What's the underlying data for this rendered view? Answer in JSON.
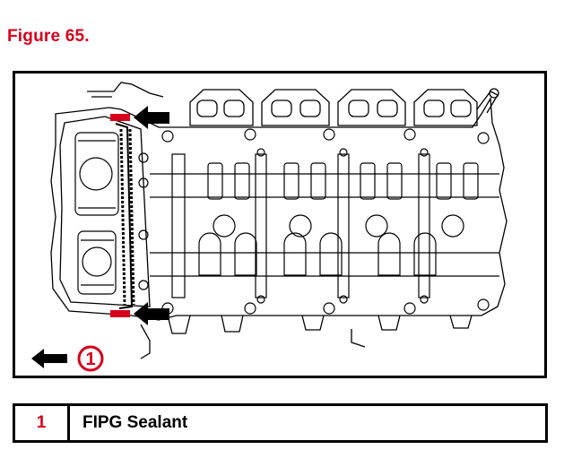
{
  "figure": {
    "title": "Figure 65.",
    "callout_number": "1"
  },
  "legend": {
    "rows": [
      {
        "number": "1",
        "label": "FIPG Sealant"
      }
    ]
  },
  "colors": {
    "accent_red": "#d6001c",
    "ink": "#000000"
  },
  "icons": {
    "callout_arrow": "left-arrow-icon",
    "sealant_marks": "red-sealant-mark"
  }
}
